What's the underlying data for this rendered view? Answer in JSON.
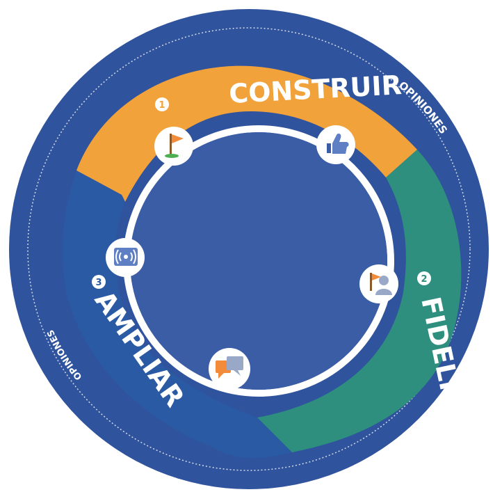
{
  "diagram": {
    "segments": [
      {
        "number": "1",
        "label": "CONSTRUIR",
        "color": "#f2a23a"
      },
      {
        "number": "2",
        "label": "FIDELIZAR",
        "color": "#2f8f7f"
      },
      {
        "number": "3",
        "label": "AMPLIAR",
        "color": "#2a5aa3"
      }
    ],
    "ring_labels": [
      "OPINIONES",
      "OPINIONES"
    ],
    "colors": {
      "outer_circle": "#2f539c",
      "inner_circle": "#3a5da6",
      "divider": "#ffffff",
      "icon_bg": "#ffffff"
    },
    "icons": [
      "flag-icon",
      "thumbs-up-icon",
      "people-flag-icon",
      "chat-bubbles-icon",
      "broadcast-icon"
    ]
  }
}
